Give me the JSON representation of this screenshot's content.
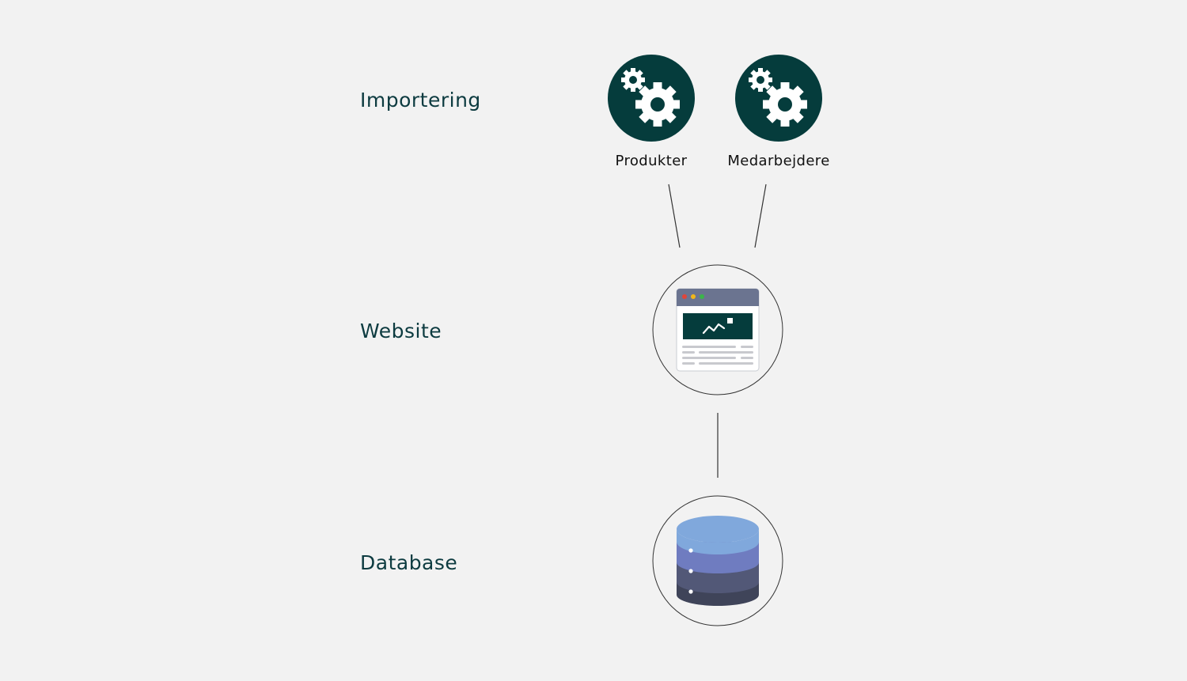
{
  "colors": {
    "background": "#f2f2f2",
    "label": "#0d3b40",
    "gear_circle": "#053c3c",
    "connector": "#333333",
    "browser_bar": "#6b7490",
    "browser_hero": "#053c3c",
    "db_top": "#80a8dc",
    "db_layer1": "#6f7cc0",
    "db_layer2": "#525877",
    "db_layer3": "#3f4459"
  },
  "rows": {
    "import_label": "Importering",
    "website_label": "Website",
    "database_label": "Database"
  },
  "nodes": {
    "produkter": {
      "label": "Produkter",
      "icon": "gears-icon"
    },
    "medarbejdere": {
      "label": "Medarbejdere",
      "icon": "gears-icon"
    },
    "website": {
      "icon": "browser-window-icon"
    },
    "database": {
      "icon": "database-stack-icon"
    }
  }
}
